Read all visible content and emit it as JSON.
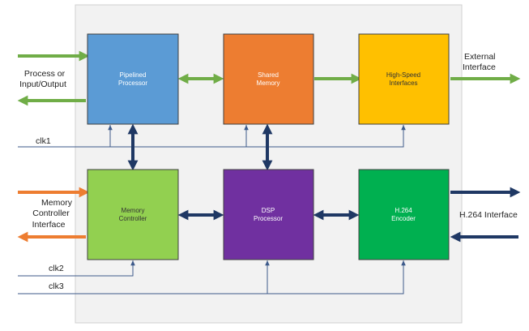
{
  "blocks": {
    "pipelined_processor": {
      "line1": "Pipelined",
      "line2": "Processor",
      "color": "#5b9bd5",
      "text_color": "#ffffff"
    },
    "shared_memory": {
      "line1": "Shared",
      "line2": "Memory",
      "color": "#ed7d31",
      "text_color": "#ffffff"
    },
    "high_speed_interfaces": {
      "line1": "High-Speed",
      "line2": "Interfaces",
      "color": "#ffc000",
      "text_color": "#333333"
    },
    "memory_controller": {
      "line1": "Memory",
      "line2": "Controller",
      "color": "#92d050",
      "text_color": "#333333"
    },
    "dsp_processor": {
      "line1": "DSP",
      "line2": "Processor",
      "color": "#7030a0",
      "text_color": "#ffffff"
    },
    "h264_encoder": {
      "line1": "H.264",
      "line2": "Encoder",
      "color": "#00b050",
      "text_color": "#ffffff"
    }
  },
  "external_labels": {
    "process_io": {
      "line1": "Process or",
      "line2": "Input/Output"
    },
    "external_interface": {
      "line1": "External",
      "line2": "Interface"
    },
    "memory_controller_interface": {
      "line1": "Memory",
      "line2": "Controller",
      "line3": "Interface"
    },
    "h264_interface": "H.264 Interface"
  },
  "clocks": {
    "clk1": "clk1",
    "clk2": "clk2",
    "clk3": "clk3"
  },
  "colors": {
    "panel_fill": "#f2f2f2",
    "panel_border": "#d0d0d0",
    "green_arrow": "#70ad47",
    "orange_arrow": "#ed7d31",
    "navy_arrow": "#1f3864",
    "clock_line": "#3d5a8a"
  }
}
